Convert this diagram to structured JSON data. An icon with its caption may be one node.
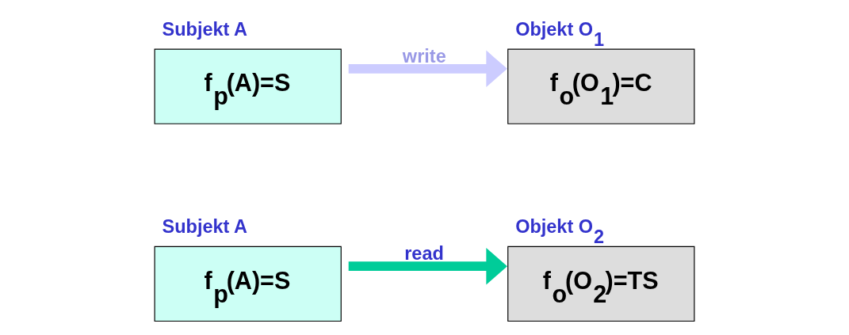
{
  "diagram": {
    "nodes": [
      {
        "text": [
          "Subjekt A",
          "f$_{p}$(A)=S"
        ]
      },
      {
        "text": [
          "Objekt O$_{1}$",
          "f$_{o}$(O$_{1}$)=C"
        ]
      },
      {
        "text": [
          "Subjekt A",
          "f$_{p}$(A)=S"
        ]
      },
      {
        "text": [
          "Objekt O$_{2}$",
          "f$_{o}$(O$_{2}$)=TS"
        ]
      }
    ],
    "edges": [
      {
        "from": 0,
        "to": 1,
        "arrow": "to",
        "label": "write",
        "color": "#ccccff"
      },
      {
        "from": 2,
        "to": 3,
        "arrow": "to",
        "label": "read",
        "color": "#00cc99"
      }
    ]
  }
}
